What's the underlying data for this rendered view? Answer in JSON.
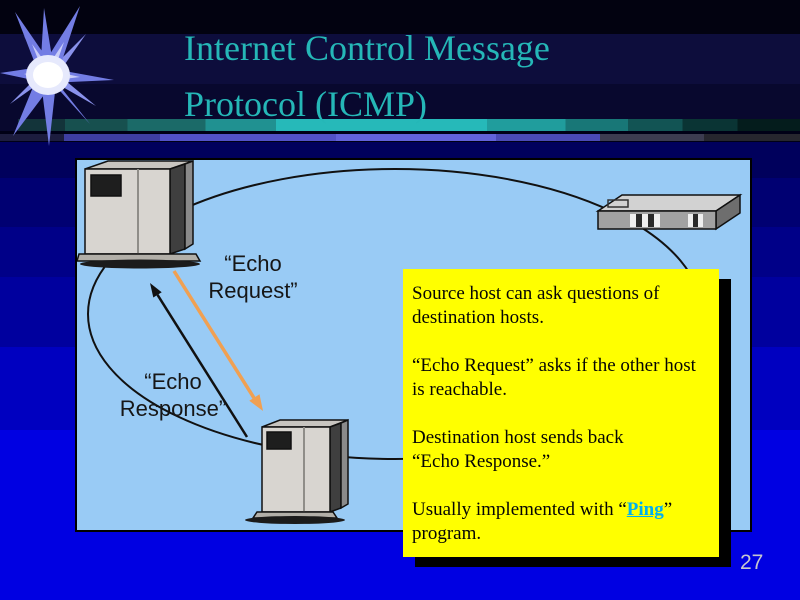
{
  "slide": {
    "page_number": "27",
    "title": {
      "line1": "Internet Control Message",
      "line2": "Protocol (ICMP)"
    },
    "colors": {
      "title": "#25b7b7",
      "diagram_bg": "#99cbf5",
      "note_bg": "#ffff00",
      "link": "#00b0f0",
      "request_arrow": "#f0a052",
      "response_arrow": "#111111"
    }
  },
  "diagram": {
    "icons": {
      "starburst": "starburst-icon",
      "source_host": "tower-computer-icon",
      "destination_host": "tower-computer-icon",
      "router": "router-icon",
      "network_ring": "ellipse-network-link"
    },
    "echo_request": {
      "line1": "“Echo",
      "line2": "Request”"
    },
    "echo_response": {
      "line1": "“Echo",
      "line2": "Response”"
    }
  },
  "note": {
    "p1": {
      "l1": "Source host can ask questions of",
      "l2": "destination hosts."
    },
    "p2": {
      "l1": "“Echo Request” asks if the other host",
      "l2": "is reachable."
    },
    "p3": {
      "l1": "Destination host sends back",
      "l2": "“Echo Response.”"
    },
    "p4": {
      "before": "Usually implemented with “",
      "link": "Ping",
      "after": "”",
      "l2": "program."
    }
  }
}
